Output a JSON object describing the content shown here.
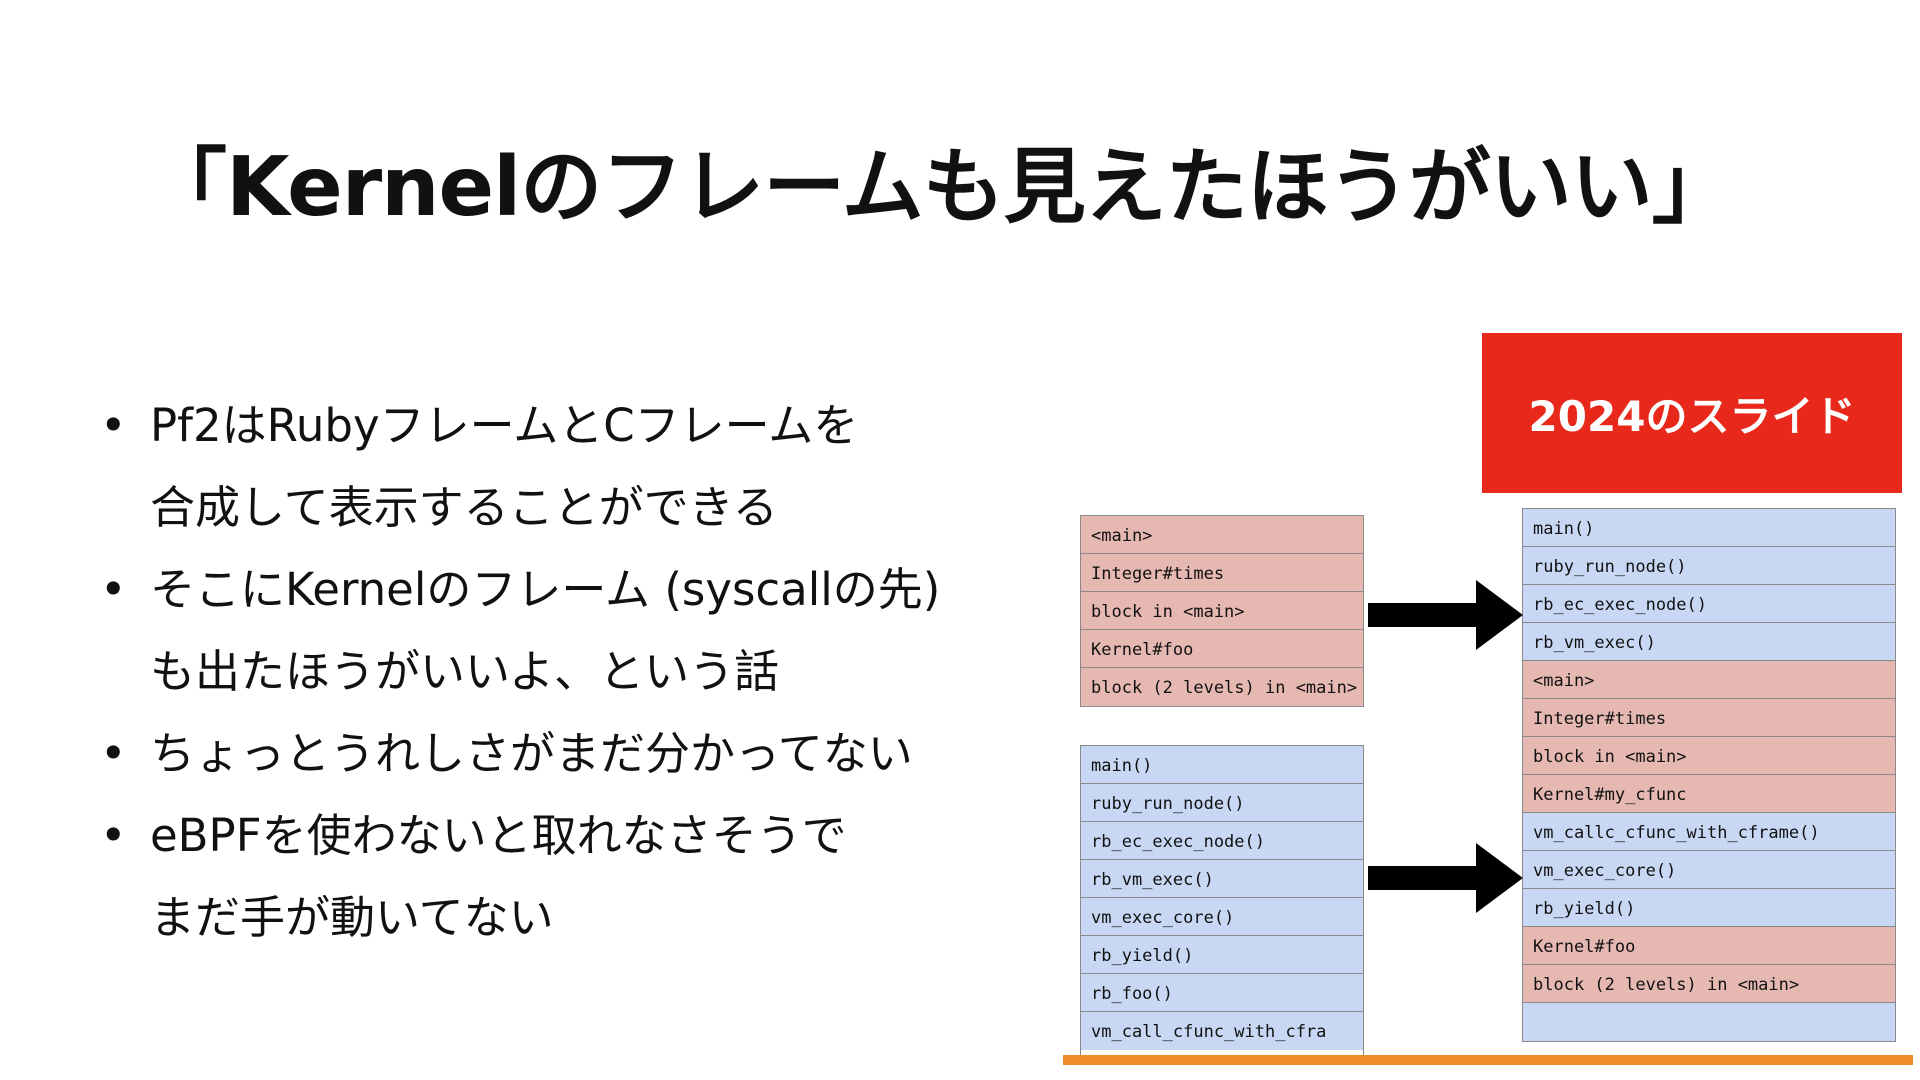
{
  "slide": {
    "title": "「Kernelのフレームも見えたほうがいい」",
    "bullets": [
      "Pf2はRubyフレームとCフレームを",
      "合成して表示することができる",
      "そこにKernelのフレーム (syscallの先)",
      "も出たほうがいいよ、という話",
      "ちょっとうれしさがまだ分かってない",
      "eBPFを使わないと取れなさそうで",
      "まだ手が動いてない"
    ],
    "badge": "2024のスライド"
  },
  "diagram": {
    "ruby_stack": [
      "<main>",
      "Integer#times",
      "block in <main>",
      "Kernel#foo",
      "block (2 levels) in <main>"
    ],
    "c_stack": [
      "main()",
      "ruby_run_node()",
      "rb_ec_exec_node()",
      "rb_vm_exec()",
      "vm_exec_core()",
      "rb_yield()",
      "rb_foo()",
      "vm_call_cfunc_with_cfra"
    ],
    "merged_stack": [
      {
        "label": "main()",
        "kind": "c"
      },
      {
        "label": "ruby_run_node()",
        "kind": "c"
      },
      {
        "label": "rb_ec_exec_node()",
        "kind": "c"
      },
      {
        "label": "rb_vm_exec()",
        "kind": "c"
      },
      {
        "label": "<main>",
        "kind": "ruby"
      },
      {
        "label": "Integer#times",
        "kind": "ruby"
      },
      {
        "label": "block in <main>",
        "kind": "ruby"
      },
      {
        "label": "Kernel#my_cfunc",
        "kind": "ruby"
      },
      {
        "label": "vm_callc_cfunc_with_cframe()",
        "kind": "c"
      },
      {
        "label": "vm_exec_core()",
        "kind": "c"
      },
      {
        "label": "rb_yield()",
        "kind": "c"
      },
      {
        "label": "Kernel#foo",
        "kind": "ruby"
      },
      {
        "label": "block (2 levels) in <main>",
        "kind": "ruby"
      },
      {
        "label": "",
        "kind": "empty"
      }
    ]
  },
  "colors": {
    "ruby_frame": "#e6b8b2",
    "c_frame": "#c8d8f4",
    "badge": "#e8281a",
    "accent_bar": "#f08b2a"
  }
}
